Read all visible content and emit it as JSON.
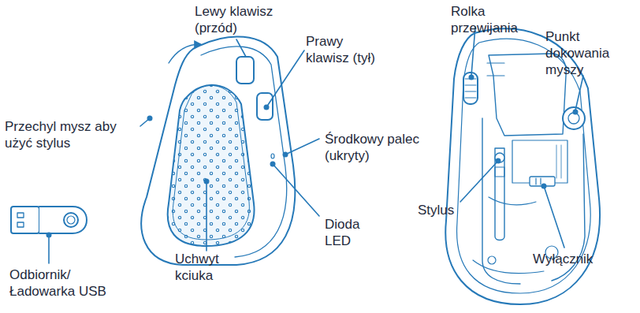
{
  "diagram": {
    "labels": [
      "Lewy klawisz (przód)",
      "Prawy klawisz (tył)",
      "Przechyl mysz aby użyć stylus",
      "Środkowy palec (ukryty)",
      "Dioda LED",
      "Uchwyt kciuka",
      "Odbiornik/ Ładowarka USB",
      "Rolka przewijania",
      "Punkt dokowania myszy",
      "Stylus",
      "Wyłącznik"
    ]
  }
}
